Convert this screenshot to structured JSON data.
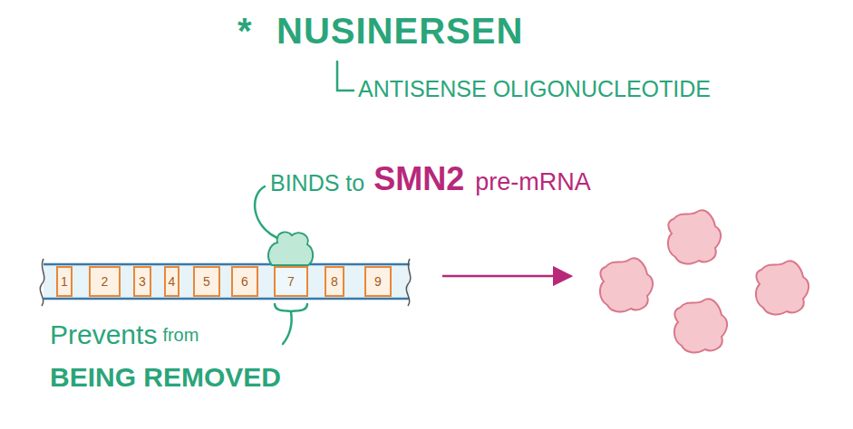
{
  "diagram": {
    "title": "NUSINERSEN",
    "nodes": [
      {
        "text": [
          "1"
        ]
      },
      {
        "text": [
          "2"
        ]
      },
      {
        "text": [
          "3"
        ]
      },
      {
        "text": [
          "4"
        ]
      },
      {
        "text": [
          "5"
        ]
      },
      {
        "text": [
          "6"
        ]
      },
      {
        "text": [
          "7"
        ]
      },
      {
        "text": [
          "8"
        ]
      },
      {
        "text": [
          "9"
        ]
      }
    ],
    "labels": [
      "*",
      "ANTISENSE OLIGONUCLEOTIDE",
      "BINDS to",
      "SMN2",
      "pre-mRNA",
      "Prevents",
      "from",
      "BEING REMOVED"
    ]
  }
}
